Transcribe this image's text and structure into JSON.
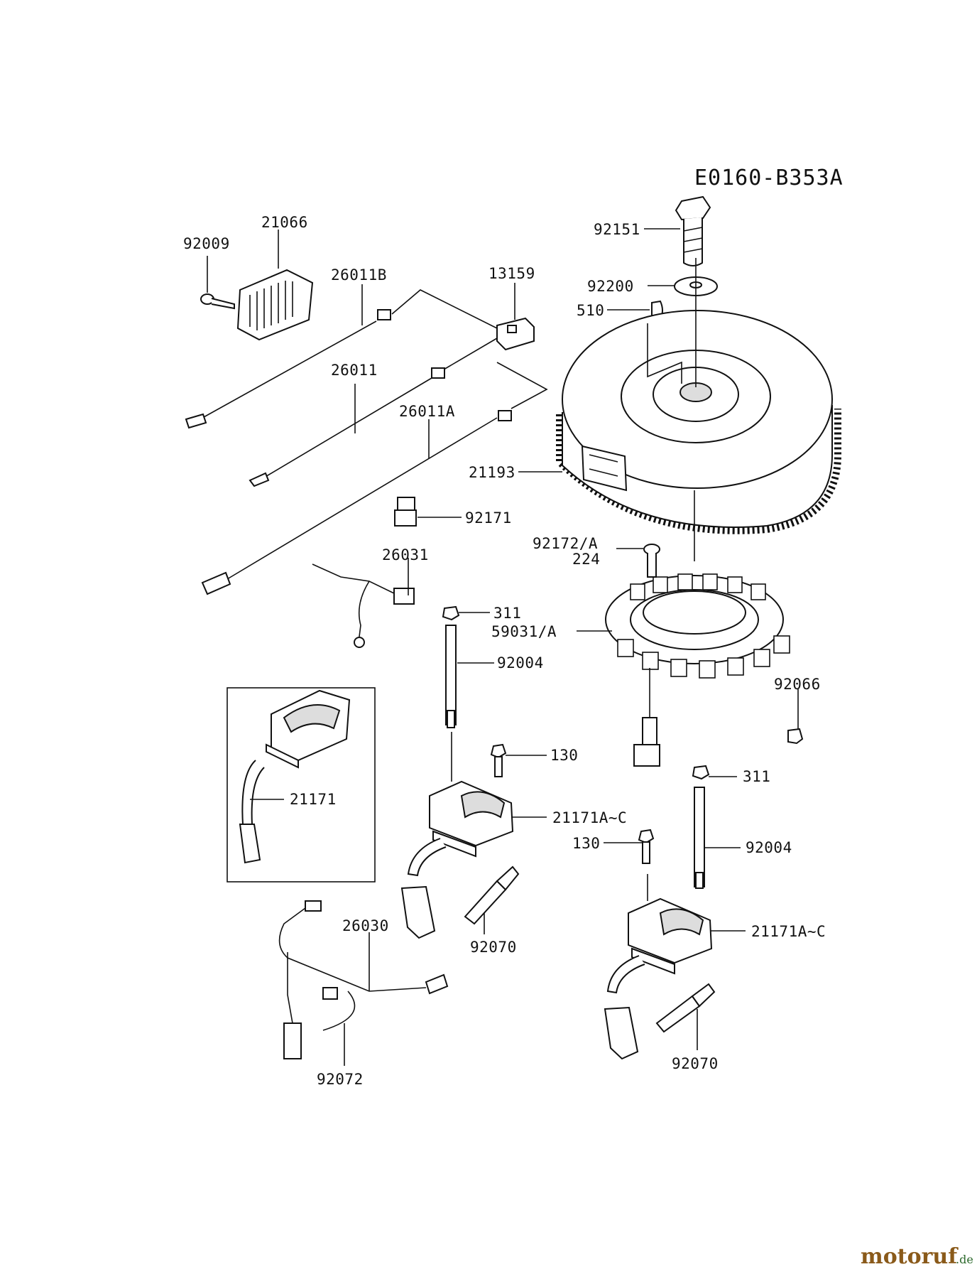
{
  "diagram_code": "E0160-B353A",
  "watermark": {
    "brand": "motoruf",
    "tld": ".de"
  },
  "parts": {
    "p21066": "21066",
    "p92009": "92009",
    "p26011B": "26011B",
    "p13159": "13159",
    "p26011": "26011",
    "p26011A": "26011A",
    "p92171": "92171",
    "p26031": "26031",
    "p311_a": "311",
    "p92004_a": "92004",
    "p21171": "21171",
    "p130_a": "130",
    "p21171Ac_a": "21171A~C",
    "p26030": "26030",
    "p92070_a": "92070",
    "p92072": "92072",
    "p92151": "92151",
    "p92200": "92200",
    "p510": "510",
    "p21193": "21193",
    "p92172A": "92172/A",
    "p224": "224",
    "p59031A": "59031/A",
    "p92066": "92066",
    "p311_b": "311",
    "p130_b": "130",
    "p92004_b": "92004",
    "p21171Ac_b": "21171A~C",
    "p92070_b": "92070"
  }
}
